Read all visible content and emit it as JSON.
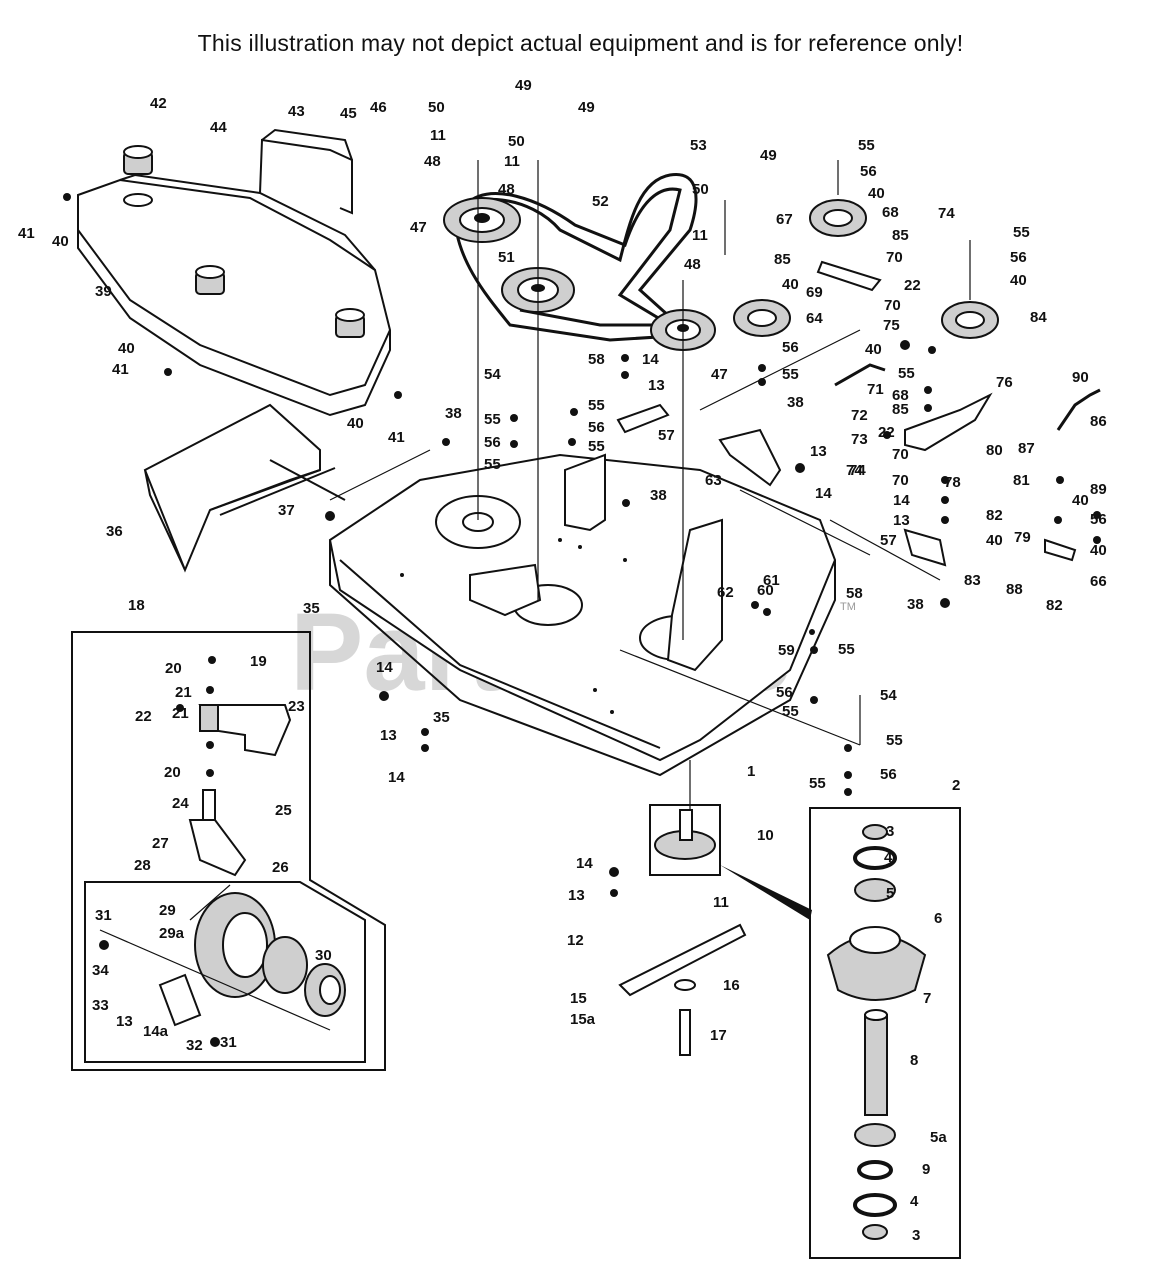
{
  "disclaimer": "This illustration may not depict actual equipment and is for reference only!",
  "watermark": {
    "text": "PartsTree",
    "tm": "TM"
  },
  "part_labels": [
    "1",
    "2",
    "3",
    "4",
    "5",
    "5a",
    "6",
    "7",
    "8",
    "9",
    "10",
    "11",
    "12",
    "13",
    "14",
    "14a",
    "15",
    "15a",
    "16",
    "17",
    "18",
    "19",
    "20",
    "21",
    "22",
    "23",
    "24",
    "25",
    "26",
    "27",
    "28",
    "29",
    "29a",
    "30",
    "31",
    "32",
    "33",
    "34",
    "35",
    "36",
    "37",
    "38",
    "39",
    "40",
    "41",
    "42",
    "43",
    "44",
    "45",
    "46",
    "47",
    "48",
    "49",
    "50",
    "51",
    "52",
    "53",
    "54",
    "55",
    "56",
    "57",
    "58",
    "59",
    "60",
    "61",
    "62",
    "63",
    "64",
    "66",
    "67",
    "68",
    "69",
    "70",
    "71",
    "72",
    "73",
    "74",
    "75",
    "76",
    "78",
    "79",
    "80",
    "81",
    "82",
    "83",
    "84",
    "85",
    "86",
    "87",
    "88",
    "89",
    "90"
  ],
  "callouts": [
    {
      "text": "42"
    },
    {
      "text": "43"
    },
    {
      "text": "44"
    },
    {
      "text": "45"
    },
    {
      "text": "46"
    },
    {
      "text": "41"
    },
    {
      "text": "40"
    },
    {
      "text": "39"
    },
    {
      "text": "40"
    },
    {
      "text": "41"
    },
    {
      "text": "40"
    },
    {
      "text": "41"
    },
    {
      "text": "38"
    },
    {
      "text": "36"
    },
    {
      "text": "37"
    },
    {
      "text": "50"
    },
    {
      "text": "49"
    },
    {
      "text": "11"
    },
    {
      "text": "48"
    },
    {
      "text": "49"
    },
    {
      "text": "50"
    },
    {
      "text": "11"
    },
    {
      "text": "48"
    },
    {
      "text": "47"
    },
    {
      "text": "51"
    },
    {
      "text": "52"
    },
    {
      "text": "53"
    },
    {
      "text": "49"
    },
    {
      "text": "50"
    },
    {
      "text": "11"
    },
    {
      "text": "48"
    },
    {
      "text": "47"
    },
    {
      "text": "54"
    },
    {
      "text": "58"
    },
    {
      "text": "14"
    },
    {
      "text": "13"
    },
    {
      "text": "55"
    },
    {
      "text": "55"
    },
    {
      "text": "56"
    },
    {
      "text": "56"
    },
    {
      "text": "55"
    },
    {
      "text": "55"
    },
    {
      "text": "57"
    },
    {
      "text": "38"
    },
    {
      "text": "63"
    },
    {
      "text": "38"
    },
    {
      "text": "13"
    },
    {
      "text": "74"
    },
    {
      "text": "14"
    },
    {
      "text": "55"
    },
    {
      "text": "56"
    },
    {
      "text": "40"
    },
    {
      "text": "67"
    },
    {
      "text": "68"
    },
    {
      "text": "85"
    },
    {
      "text": "70"
    },
    {
      "text": "22"
    },
    {
      "text": "69"
    },
    {
      "text": "70"
    },
    {
      "text": "85"
    },
    {
      "text": "40"
    },
    {
      "text": "64"
    },
    {
      "text": "56"
    },
    {
      "text": "55"
    },
    {
      "text": "72"
    },
    {
      "text": "73"
    },
    {
      "text": "74"
    },
    {
      "text": "71"
    },
    {
      "text": "75"
    },
    {
      "text": "40"
    },
    {
      "text": "55"
    },
    {
      "text": "74"
    },
    {
      "text": "55"
    },
    {
      "text": "56"
    },
    {
      "text": "40"
    },
    {
      "text": "84"
    },
    {
      "text": "76"
    },
    {
      "text": "68"
    },
    {
      "text": "85"
    },
    {
      "text": "70"
    },
    {
      "text": "22"
    },
    {
      "text": "70"
    },
    {
      "text": "14"
    },
    {
      "text": "13"
    },
    {
      "text": "57"
    },
    {
      "text": "80"
    },
    {
      "text": "78"
    },
    {
      "text": "81"
    },
    {
      "text": "82"
    },
    {
      "text": "40"
    },
    {
      "text": "83"
    },
    {
      "text": "90"
    },
    {
      "text": "87"
    },
    {
      "text": "86"
    },
    {
      "text": "40"
    },
    {
      "text": "89"
    },
    {
      "text": "79"
    },
    {
      "text": "56"
    },
    {
      "text": "40"
    },
    {
      "text": "66"
    },
    {
      "text": "88"
    },
    {
      "text": "82"
    },
    {
      "text": "38"
    },
    {
      "text": "58"
    },
    {
      "text": "61"
    },
    {
      "text": "60"
    },
    {
      "text": "62"
    },
    {
      "text": "59"
    },
    {
      "text": "55"
    },
    {
      "text": "56"
    },
    {
      "text": "55"
    },
    {
      "text": "54"
    },
    {
      "text": "55"
    },
    {
      "text": "56"
    },
    {
      "text": "55"
    },
    {
      "text": "1"
    },
    {
      "text": "35"
    },
    {
      "text": "14"
    },
    {
      "text": "35"
    },
    {
      "text": "13"
    },
    {
      "text": "14"
    },
    {
      "text": "18"
    },
    {
      "text": "19"
    },
    {
      "text": "20"
    },
    {
      "text": "21"
    },
    {
      "text": "22"
    },
    {
      "text": "23"
    },
    {
      "text": "21"
    },
    {
      "text": "20"
    },
    {
      "text": "24"
    },
    {
      "text": "25"
    },
    {
      "text": "27"
    },
    {
      "text": "26"
    },
    {
      "text": "28"
    },
    {
      "text": "29"
    },
    {
      "text": "29a"
    },
    {
      "text": "30"
    },
    {
      "text": "31"
    },
    {
      "text": "34"
    },
    {
      "text": "33"
    },
    {
      "text": "13"
    },
    {
      "text": "14a"
    },
    {
      "text": "32"
    },
    {
      "text": "31"
    },
    {
      "text": "10"
    },
    {
      "text": "14"
    },
    {
      "text": "13"
    },
    {
      "text": "11"
    },
    {
      "text": "12"
    },
    {
      "text": "16"
    },
    {
      "text": "15"
    },
    {
      "text": "15a"
    },
    {
      "text": "17"
    },
    {
      "text": "2"
    },
    {
      "text": "3"
    },
    {
      "text": "4"
    },
    {
      "text": "5"
    },
    {
      "text": "6"
    },
    {
      "text": "7"
    },
    {
      "text": "8"
    },
    {
      "text": "5a"
    },
    {
      "text": "9"
    },
    {
      "text": "4"
    },
    {
      "text": "3"
    }
  ]
}
